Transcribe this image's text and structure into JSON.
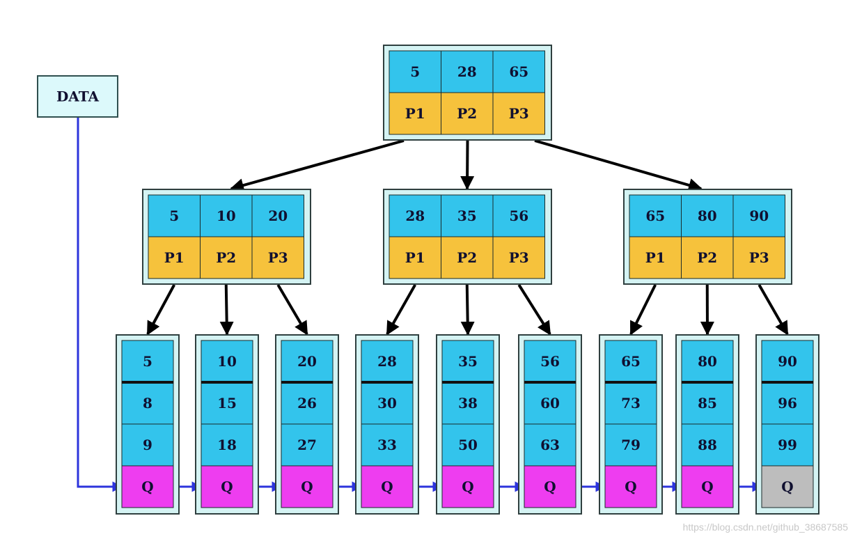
{
  "colors": {
    "key_cell": "#33c4ec",
    "pointer_cell": "#f6c23c",
    "leaf_link_cell": "#ee3df0",
    "leaf_end_cell": "#bdbdbd",
    "node_frame": "#d4f3f3",
    "arrow": "#000000",
    "link_arrow": "#2c34dc",
    "data_box": "#dcf9fb"
  },
  "data_label": "DATA",
  "root": {
    "keys": [
      "5",
      "28",
      "65"
    ],
    "pointers": [
      "P1",
      "P2",
      "P3"
    ]
  },
  "internal_nodes": [
    {
      "keys": [
        "5",
        "10",
        "20"
      ],
      "pointers": [
        "P1",
        "P2",
        "P3"
      ]
    },
    {
      "keys": [
        "28",
        "35",
        "56"
      ],
      "pointers": [
        "P1",
        "P2",
        "P3"
      ]
    },
    {
      "keys": [
        "65",
        "80",
        "90"
      ],
      "pointers": [
        "P1",
        "P2",
        "P3"
      ]
    }
  ],
  "leaves": [
    {
      "values": [
        "5",
        "8",
        "9"
      ],
      "link": "Q"
    },
    {
      "values": [
        "10",
        "15",
        "18"
      ],
      "link": "Q"
    },
    {
      "values": [
        "20",
        "26",
        "27"
      ],
      "link": "Q"
    },
    {
      "values": [
        "28",
        "30",
        "33"
      ],
      "link": "Q"
    },
    {
      "values": [
        "35",
        "38",
        "50"
      ],
      "link": "Q"
    },
    {
      "values": [
        "56",
        "60",
        "63"
      ],
      "link": "Q"
    },
    {
      "values": [
        "65",
        "73",
        "79"
      ],
      "link": "Q"
    },
    {
      "values": [
        "80",
        "85",
        "88"
      ],
      "link": "Q"
    },
    {
      "values": [
        "90",
        "96",
        "99"
      ],
      "link": "Q",
      "is_end": true
    }
  ],
  "watermark": "https://blog.csdn.net/github_38687585"
}
